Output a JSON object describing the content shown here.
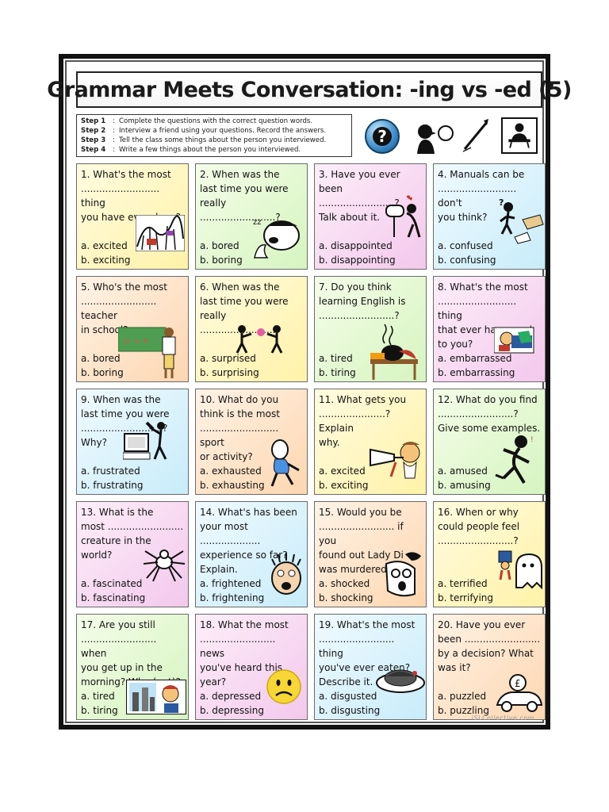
{
  "title": "Grammar Meets Conversation: -ing vs -ed (5)",
  "steps": [
    {
      "label": "Step 1",
      "text": "Complete the questions with the correct question words."
    },
    {
      "label": "Step 2",
      "text": "Interview a friend using your questions. Record the answers."
    },
    {
      "label": "Step 3",
      "text": "Tell the class some things about the person you interviewed."
    },
    {
      "label": "Step 4",
      "text": "Write a few things about the person you interviewed."
    }
  ],
  "step_icons": [
    "question-icon",
    "listen-icon",
    "pen-icon",
    "presentation-icon"
  ],
  "cards": [
    {
      "q": "1. What's the most\n.......................... thing\nyou have ever done?",
      "a": "a. excited",
      "b": "b. exciting",
      "bg": "yellow",
      "icon": "rollercoaster-icon"
    },
    {
      "q": "2. When was the\nlast time you were\nreally .........................?",
      "a": "a. bored",
      "b": "b. boring",
      "bg": "green",
      "icon": "yawning-man-icon"
    },
    {
      "q": "3. Have you ever\nbeen .........................?\nTalk about it.",
      "a": "a. disappointed",
      "b": "b. disappointing",
      "bg": "pink",
      "icon": "empty-mailbox-icon"
    },
    {
      "q": "4. Manuals can be\n.......................... don't\nyou think?",
      "a": "a. confused",
      "b": "b. confusing",
      "bg": "blue",
      "icon": "confused-person-icon"
    },
    {
      "q": "5. Who's the most\n......................... teacher\nin school?",
      "a": "a. bored",
      "b": "b. boring",
      "bg": "orange",
      "icon": "teacher-icon"
    },
    {
      "q": "6. When was the\nlast time you were\nreally .........................?",
      "a": "a. surprised",
      "b": "b. surprising",
      "bg": "yellow",
      "icon": "gift-surprise-icon"
    },
    {
      "q": "7. Do you think\nlearning English is\n.........................?",
      "a": "a. tired",
      "b": "b. tiring",
      "bg": "green",
      "icon": "sleeping-student-icon"
    },
    {
      "q": "8. What's the most\n.......................... thing\nthat ever happened\nto you?",
      "a": "a. embarrassed",
      "b": "b. embarrassing",
      "bg": "pink",
      "icon": "embarrassed-person-icon"
    },
    {
      "q": "9. When was the\nlast time you were\n...........................?\nWhy?",
      "a": "a. frustrated",
      "b": "b. frustrating",
      "bg": "blue",
      "icon": "smashing-computer-icon"
    },
    {
      "q": "10. What do you\nthink is the most\n.......................... sport\nor activity?",
      "a": "a. exhausted",
      "b": "b. exhausting",
      "bg": "orange",
      "icon": "tired-runner-icon"
    },
    {
      "q": "11. What gets you\n......................? Explain\nwhy.",
      "a": "a. excited",
      "b": "b. exciting",
      "bg": "yellow",
      "icon": "party-horn-icon"
    },
    {
      "q": "12. What do you find\n.........................?\nGive some examples.",
      "a": "a. amused",
      "b": "b. amusing",
      "bg": "green",
      "icon": "laughing-person-icon"
    },
    {
      "q": "13. What is the\nmost .........................\ncreature in the\nworld?",
      "a": "a. fascinated",
      "b": "b. fascinating",
      "bg": "pink",
      "icon": "spider-icon"
    },
    {
      "q": "14. What's has been\nyour most ....................\nexperience so far?\nExplain.",
      "a": "a. frightened",
      "b": "b. frightening",
      "bg": "blue",
      "icon": "scared-face-icon"
    },
    {
      "q": "15. Would you be\n......................... if you\nfound out Lady Di\nwas murdered?",
      "a": "a. shocked",
      "b": "b. shocking",
      "bg": "orange",
      "icon": "shocked-face-icon"
    },
    {
      "q": "16. When or why\ncould people feel\n.........................?",
      "a": "a. terrified",
      "b": "b. terrifying",
      "bg": "yellow",
      "icon": "ghost-icon"
    },
    {
      "q": "17. Are you still\n......................... when\nyou get up in the\nmorning? Why (not)?",
      "a": "a. tired",
      "b": "b. tiring",
      "bg": "green",
      "icon": "city-window-icon"
    },
    {
      "q": "18. What the most\n......................... news\nyou've heard this\nyear?",
      "a": "a. depressed",
      "b": "b. depressing",
      "bg": "pink",
      "icon": "sad-face-icon"
    },
    {
      "q": "19. What's the most\n......................... thing\nyou've ever eaten?\nDescribe it.",
      "a": "a. disgusted",
      "b": "b. disgusting",
      "bg": "blue",
      "icon": "roast-dish-icon"
    },
    {
      "q": "20. Have you ever\nbeen .........................\nby a decision? What\nwas it?",
      "a": "a. puzzled",
      "b": "b. puzzling",
      "bg": "orange",
      "icon": "puzzled-driver-icon"
    }
  ],
  "watermark": "iSLCollective.com"
}
